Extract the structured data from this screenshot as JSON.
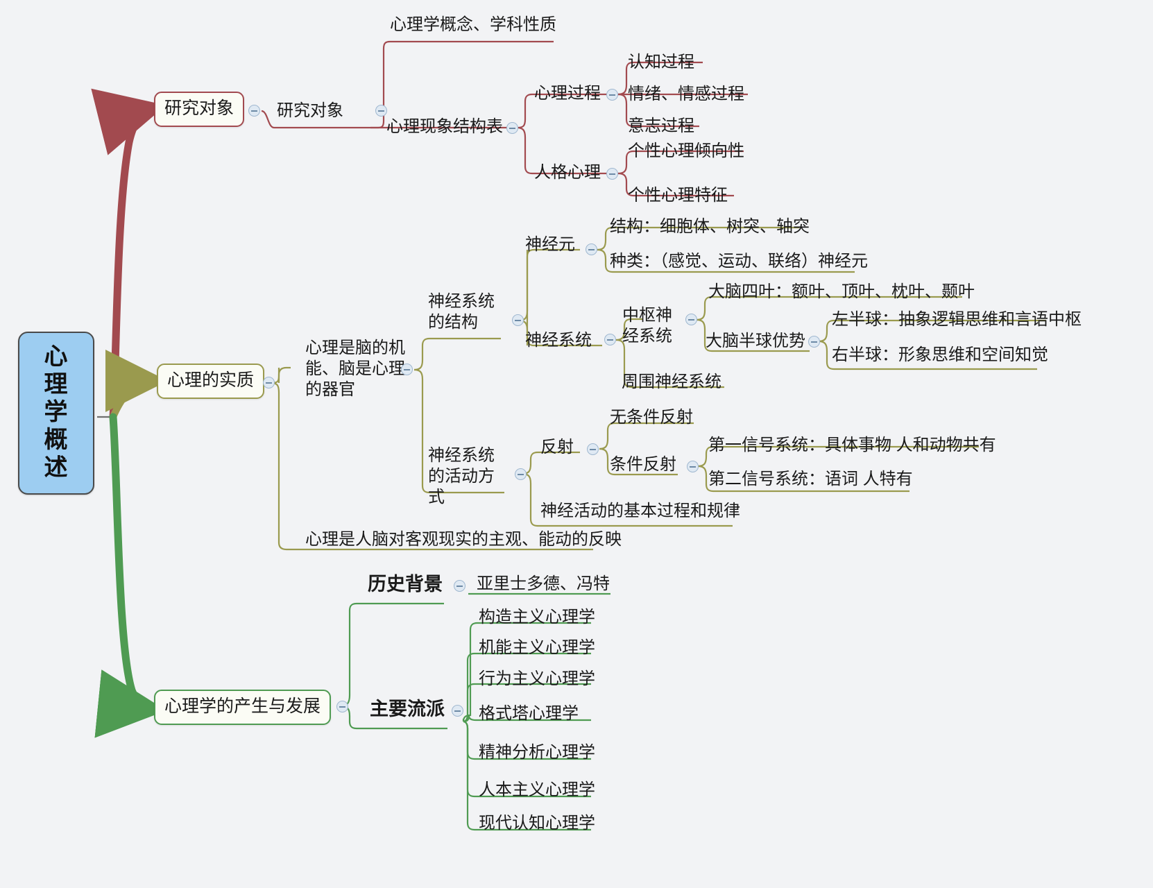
{
  "title": "心理学概述",
  "colors": {
    "background": "#f2f3f5",
    "root_fill": "#9dcdf1",
    "root_border": "#4a4a4a",
    "branch_red": "#a24a4f",
    "branch_olive": "#9a9a4e",
    "branch_green": "#4f9b52",
    "node_fill": "#fbfcf5",
    "toggle_fill": "#dfe9f3"
  },
  "root": {
    "label": "心理学概述",
    "chars": [
      "心",
      "理",
      "学",
      "概",
      "述"
    ]
  },
  "branches": [
    {
      "id": "research-object",
      "color": "#a24a4f",
      "label": "研究对象",
      "children": [
        {
          "label": "研究对象",
          "children": [
            {
              "label": "心理学概念、学科性质"
            },
            {
              "label": "心理现象结构表",
              "children": [
                {
                  "label": "心理过程",
                  "children": [
                    {
                      "label": "认知过程"
                    },
                    {
                      "label": "情绪、情感过程"
                    },
                    {
                      "label": "意志过程"
                    }
                  ]
                },
                {
                  "label": "人格心理",
                  "children": [
                    {
                      "label": "个性心理倾向性"
                    },
                    {
                      "label": "个性心理特征"
                    }
                  ]
                }
              ]
            }
          ]
        }
      ]
    },
    {
      "id": "nature-of-mind",
      "color": "#9a9a4e",
      "label": "心理的实质",
      "children": [
        {
          "label": "心理是脑的机能、脑是心理的器官",
          "children": [
            {
              "label": "神经系统的结构",
              "children": [
                {
                  "label": "神经元",
                  "children": [
                    {
                      "label": "结构：细胞体、树突、轴突"
                    },
                    {
                      "label": "种类：（感觉、运动、联络）神经元"
                    }
                  ]
                },
                {
                  "label": "神经系统",
                  "children": [
                    {
                      "label": "中枢神经系统",
                      "children": [
                        {
                          "label": "大脑四叶：额叶、顶叶、枕叶、颞叶"
                        },
                        {
                          "label": "大脑半球优势",
                          "children": [
                            {
                              "label": "左半球：抽象逻辑思维和言语中枢"
                            },
                            {
                              "label": "右半球：形象思维和空间知觉"
                            }
                          ]
                        }
                      ]
                    },
                    {
                      "label": "周围神经系统"
                    }
                  ]
                }
              ]
            },
            {
              "label": "神经系统的活动方式",
              "children": [
                {
                  "label": "反射",
                  "children": [
                    {
                      "label": "无条件反射"
                    },
                    {
                      "label": "条件反射",
                      "children": [
                        {
                          "label": "第一信号系统：具体事物  人和动物共有"
                        },
                        {
                          "label": "第二信号系统：语词  人特有"
                        }
                      ]
                    }
                  ]
                },
                {
                  "label": "神经活动的基本过程和规律"
                }
              ]
            }
          ]
        },
        {
          "label": "心理是人脑对客观现实的主观、能动的反映"
        }
      ]
    },
    {
      "id": "origin-and-development",
      "color": "#4f9b52",
      "label": "心理学的产生与发展",
      "children": [
        {
          "label": "历史背景",
          "children": [
            {
              "label": "亚里士多德、冯特"
            }
          ]
        },
        {
          "label": "主要流派",
          "children": [
            {
              "label": "构造主义心理学"
            },
            {
              "label": "机能主义心理学"
            },
            {
              "label": "行为主义心理学"
            },
            {
              "label": "格式塔心理学"
            },
            {
              "label": "精神分析心理学"
            },
            {
              "label": "人本主义心理学"
            },
            {
              "label": "现代认知心理学"
            }
          ]
        }
      ]
    }
  ]
}
